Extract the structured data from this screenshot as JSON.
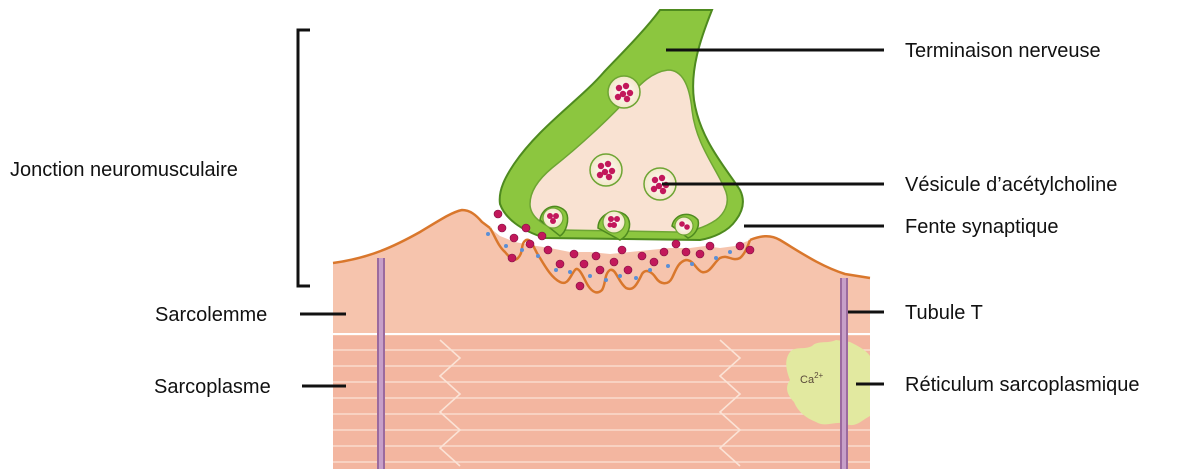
{
  "labels": {
    "terminaison_nerveuse": "Terminaison nerveuse",
    "jonction_neuromusculaire": "Jonction neuromusculaire",
    "vesicule": "Vésicule d’acétylcholine",
    "fente_synaptique": "Fente synaptique",
    "sarcolemme": "Sarcolemme",
    "tubule_t": "Tubule T",
    "sarcoplasme": "Sarcoplasme",
    "reticulum": "Réticulum sarcoplasmique",
    "calcium": "Ca",
    "calcium_charge": "2+"
  },
  "colors": {
    "nerve_green": "#8cc63f",
    "nerve_dark_green": "#4e8a1f",
    "terminal_fill": "#f9e2d2",
    "vesicle_pink": "#c2185b",
    "muscle_fill": "#f5bfa7",
    "sarcolemma_orange": "#d9772c",
    "tubule_purple": "#8a5a8c",
    "reticulum_yellow": "#e2e9a0"
  }
}
